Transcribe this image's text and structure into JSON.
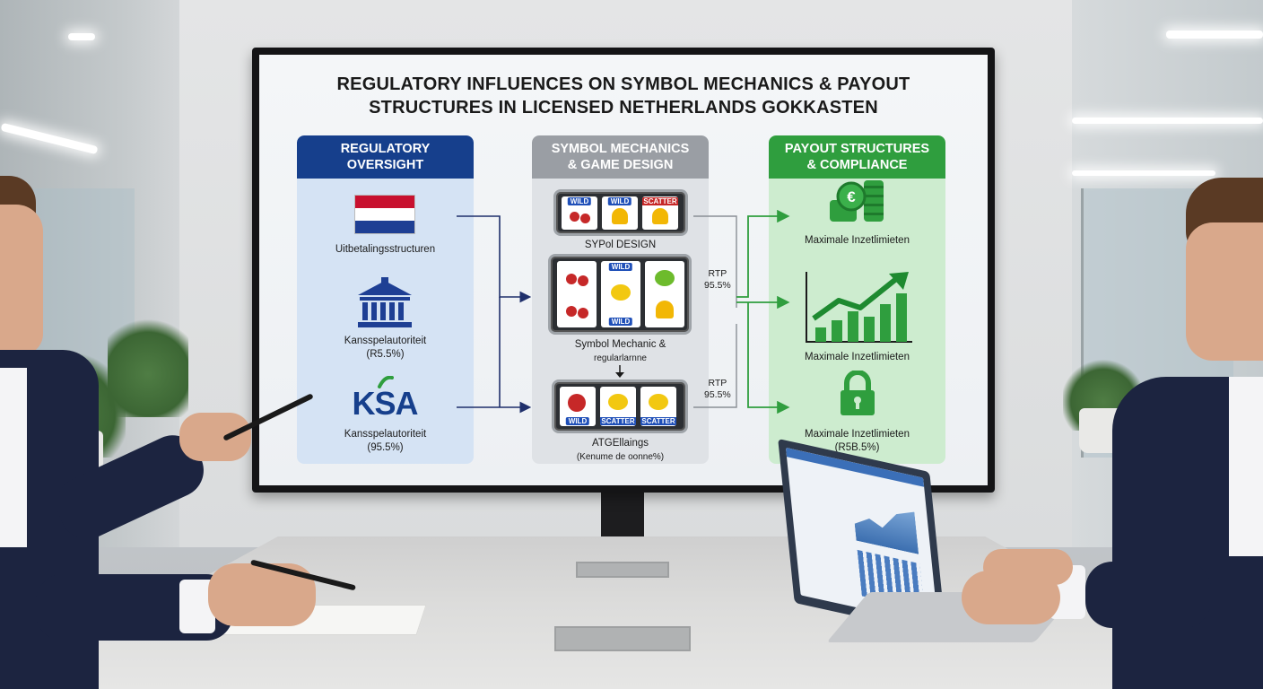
{
  "slide": {
    "title_line1": "REGULATORY INFLUENCES ON SYMBOL MECHANICS & PAYOUT",
    "title_line2": "STRUCTURES IN LICENSED NETHERLANDS GOKKASTEN"
  },
  "columns": {
    "regulatory": {
      "heading_line1": "REGULATORY",
      "heading_line2": "OVERSIGHT",
      "item1_label": "Uitbetalingsstructuren",
      "item2_label_line1": "Kansspelautoriteit",
      "item2_label_line2": "(R5.5%)",
      "ksa_logo_text": "KSA",
      "item3_label_line1": "Kansspelautoriteit",
      "item3_label_line2": "(95.5%)"
    },
    "symbol": {
      "heading_line1": "SYMBOL MECHANICS",
      "heading_line2": "& GAME DESIGN",
      "reel1_tags": [
        "WILD",
        "WILD",
        "SCATTER"
      ],
      "reel1_label": "SYPol DESIGN",
      "reel2_tags": [
        "WILD",
        "WILD"
      ],
      "reel2_label_line1": "Symbol Mechanic &",
      "reel2_label_line2": "regularlarnne",
      "reel3_tags": [
        "WILD",
        "SCATTER",
        "SCATTER"
      ],
      "reel3_label_line1": "ATGEllaings",
      "reel3_label_line2": "(Kenume de oonne%)"
    },
    "payout": {
      "heading_line1": "PAYOUT STRUCTURES",
      "heading_line2": "& COMPLIANCE",
      "item1_label": "Maximale Inzetlimieten",
      "item2_label": "Maximale Inzetlimieten",
      "item3_label_line1": "Maximale Inzetlimieten",
      "item3_label_line2": "(R5B.5%)"
    }
  },
  "rtp_labels": {
    "upper_line1": "RTP",
    "upper_line2": "95.5%",
    "lower_line1": "RTP",
    "lower_line2": "95.5%"
  },
  "colors": {
    "regulatory_blue": "#163f8c",
    "symbol_gray": "#9a9ea4",
    "payout_green": "#2f9e3e",
    "arrow_navy": "#1f2f6b",
    "arrow_green": "#2f9e3e"
  },
  "icons": [
    "netherlands-flag-icon",
    "government-building-icon",
    "ksa-logo",
    "euro-coins-icon",
    "growth-chart-icon",
    "padlock-icon",
    "slot-reel-icon",
    "down-arrow-icon"
  ]
}
